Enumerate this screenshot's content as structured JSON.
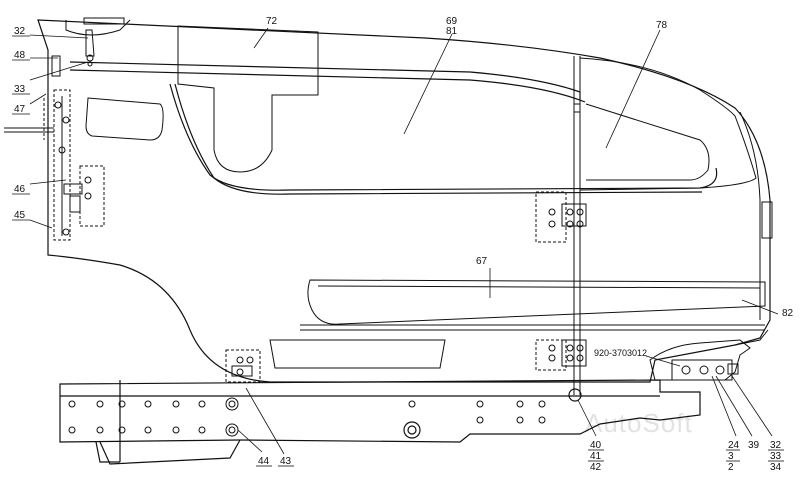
{
  "watermark": "AutoSoft",
  "callouts": {
    "c32a": "32",
    "c48": "48",
    "c33a": "33",
    "c47": "47",
    "c46": "46",
    "c45": "45",
    "c72": "72",
    "c69": "69",
    "c81": "81",
    "c78": "78",
    "c67": "67",
    "c82": "82",
    "c44": "44",
    "c43": "43",
    "c920": "920-3703012",
    "c40": "40",
    "c41": "41",
    "c42": "42",
    "c24": "24",
    "c3": "3",
    "c2": "2",
    "c39": "39",
    "c32b": "32",
    "c33b": "33",
    "c34": "34"
  }
}
